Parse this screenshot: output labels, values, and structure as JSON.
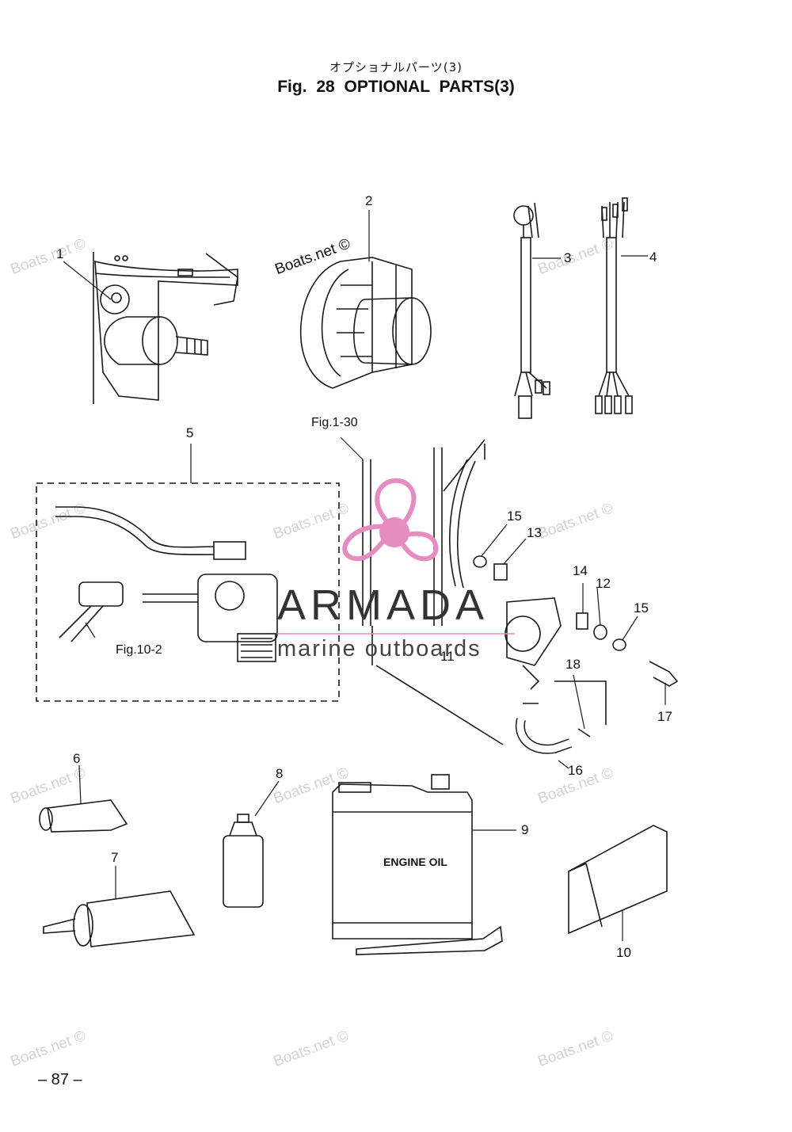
{
  "header": {
    "subtitle_jp": "オプショナルパーツ(3)",
    "title": "Fig. 28    OPTIONAL PARTS(3)"
  },
  "callouts": {
    "c1": "1",
    "c2": "2",
    "c3": "3",
    "c4": "4",
    "c5": "5",
    "c6": "6",
    "c7": "7",
    "c8": "8",
    "c9": "9",
    "c10": "10",
    "c11": "11",
    "c12": "12",
    "c13": "13",
    "c14": "14",
    "c15a": "15",
    "c15b": "15",
    "c16": "16",
    "c17": "17",
    "c18": "18"
  },
  "references": {
    "fig1_30": "Fig.1-30",
    "fig10_2": "Fig.10-2"
  },
  "labels": {
    "engine_oil": "ENGINE OIL"
  },
  "watermark": {
    "text": "Boats.net ©",
    "brand_name": "ARMADA",
    "brand_tagline": "marine outboards",
    "logo_color": "#e68cc0"
  },
  "footer": {
    "page_number": "– 87 –"
  }
}
